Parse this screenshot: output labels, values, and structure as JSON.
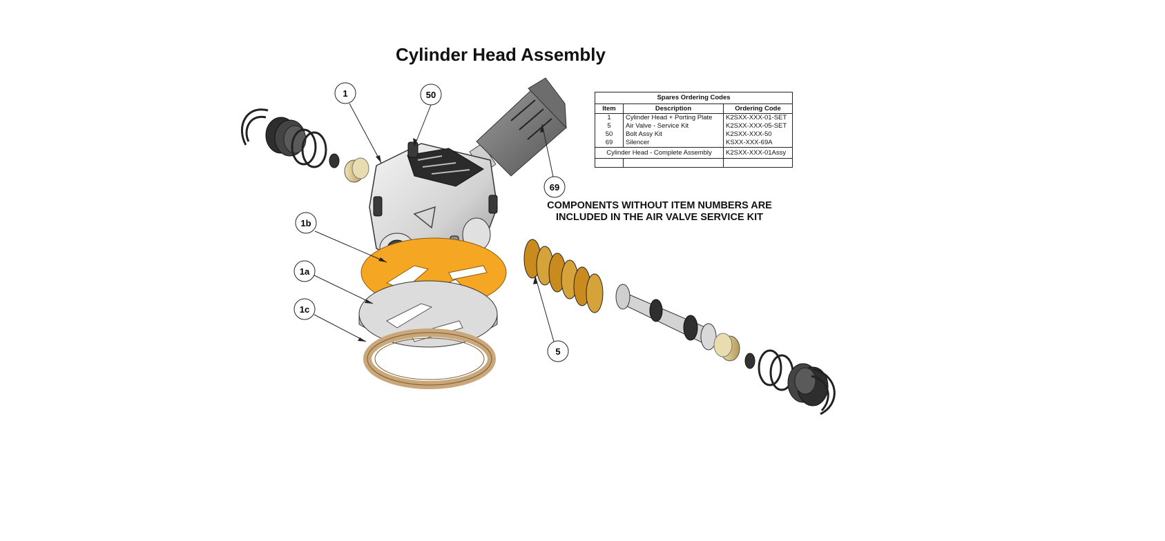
{
  "title": "Cylinder Head Assembly",
  "note": {
    "line1": "COMPONENTS WITHOUT ITEM NUMBERS ARE",
    "line2": "INCLUDED IN THE AIR VALVE SERVICE KIT"
  },
  "spares_table": {
    "caption": "Spares Ordering Codes",
    "headers": {
      "item": "Item",
      "description": "Description",
      "code": "Ordering Code"
    },
    "rows": [
      {
        "item": "1",
        "description": "Cylinder Head + Porting Plate",
        "code": "K2SXX-XXX-01-SET"
      },
      {
        "item": "5",
        "description": "Air Valve - Service Kit",
        "code": "K2SXX-XXX-05-SET"
      },
      {
        "item": "50",
        "description": "Bolt Assy Kit",
        "code": "K2SXX-XXX-50"
      },
      {
        "item": "69",
        "description": "Silencer",
        "code": "KSXX-XXX-69A"
      }
    ],
    "complete": {
      "description": "Cylinder Head - Complete Assembly",
      "code": "K2SXX-XXX-01Assy"
    }
  },
  "balloons": {
    "b1": "1",
    "b50": "50",
    "b69": "69",
    "b1b": "1b",
    "b1a": "1a",
    "b1c": "1c",
    "b5": "5"
  },
  "colors": {
    "gasket_orange": "#f5a623",
    "brass": "#d9c38a",
    "metal": "#d8d8d8",
    "rubber": "#3a3a3a",
    "copper_gasket": "#c9a77a"
  }
}
